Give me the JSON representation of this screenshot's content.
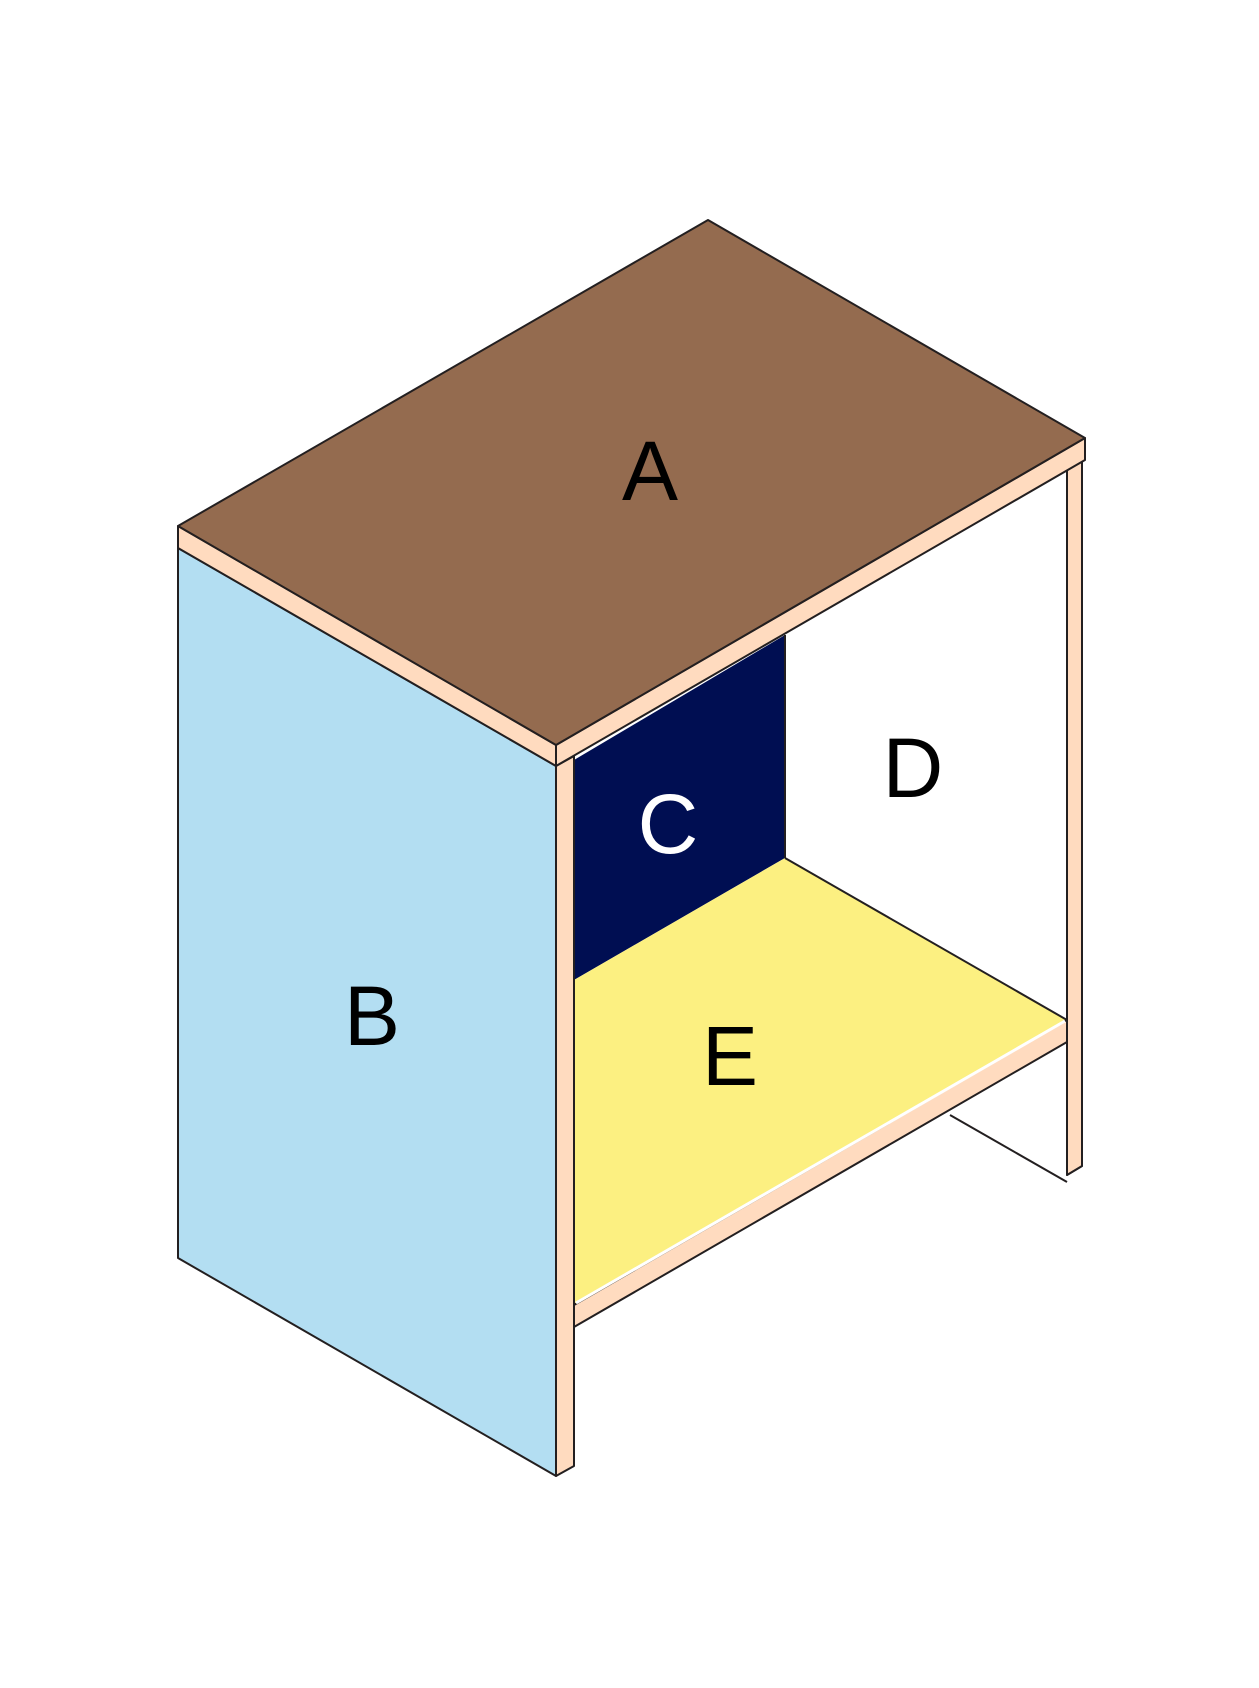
{
  "diagram": {
    "title": "",
    "panels": [
      {
        "id": "A",
        "label": "A",
        "role": "top panel",
        "fill": "#946b4f",
        "text_color": "#000000"
      },
      {
        "id": "B",
        "label": "B",
        "role": "left side panel",
        "fill": "#b3def2",
        "text_color": "#000000"
      },
      {
        "id": "C",
        "label": "C",
        "role": "back panel",
        "fill": "#000e52",
        "text_color": "#ffffff"
      },
      {
        "id": "D",
        "label": "D",
        "role": "right side panel",
        "fill": "#ffffff",
        "text_color": "#000000"
      },
      {
        "id": "E",
        "label": "E",
        "role": "bottom shelf",
        "fill": "#fcf081",
        "text_color": "#000000"
      }
    ],
    "colors": {
      "panel_edge": "#ffdbbf",
      "outline": "#231f20",
      "background": "#ffffff"
    }
  }
}
